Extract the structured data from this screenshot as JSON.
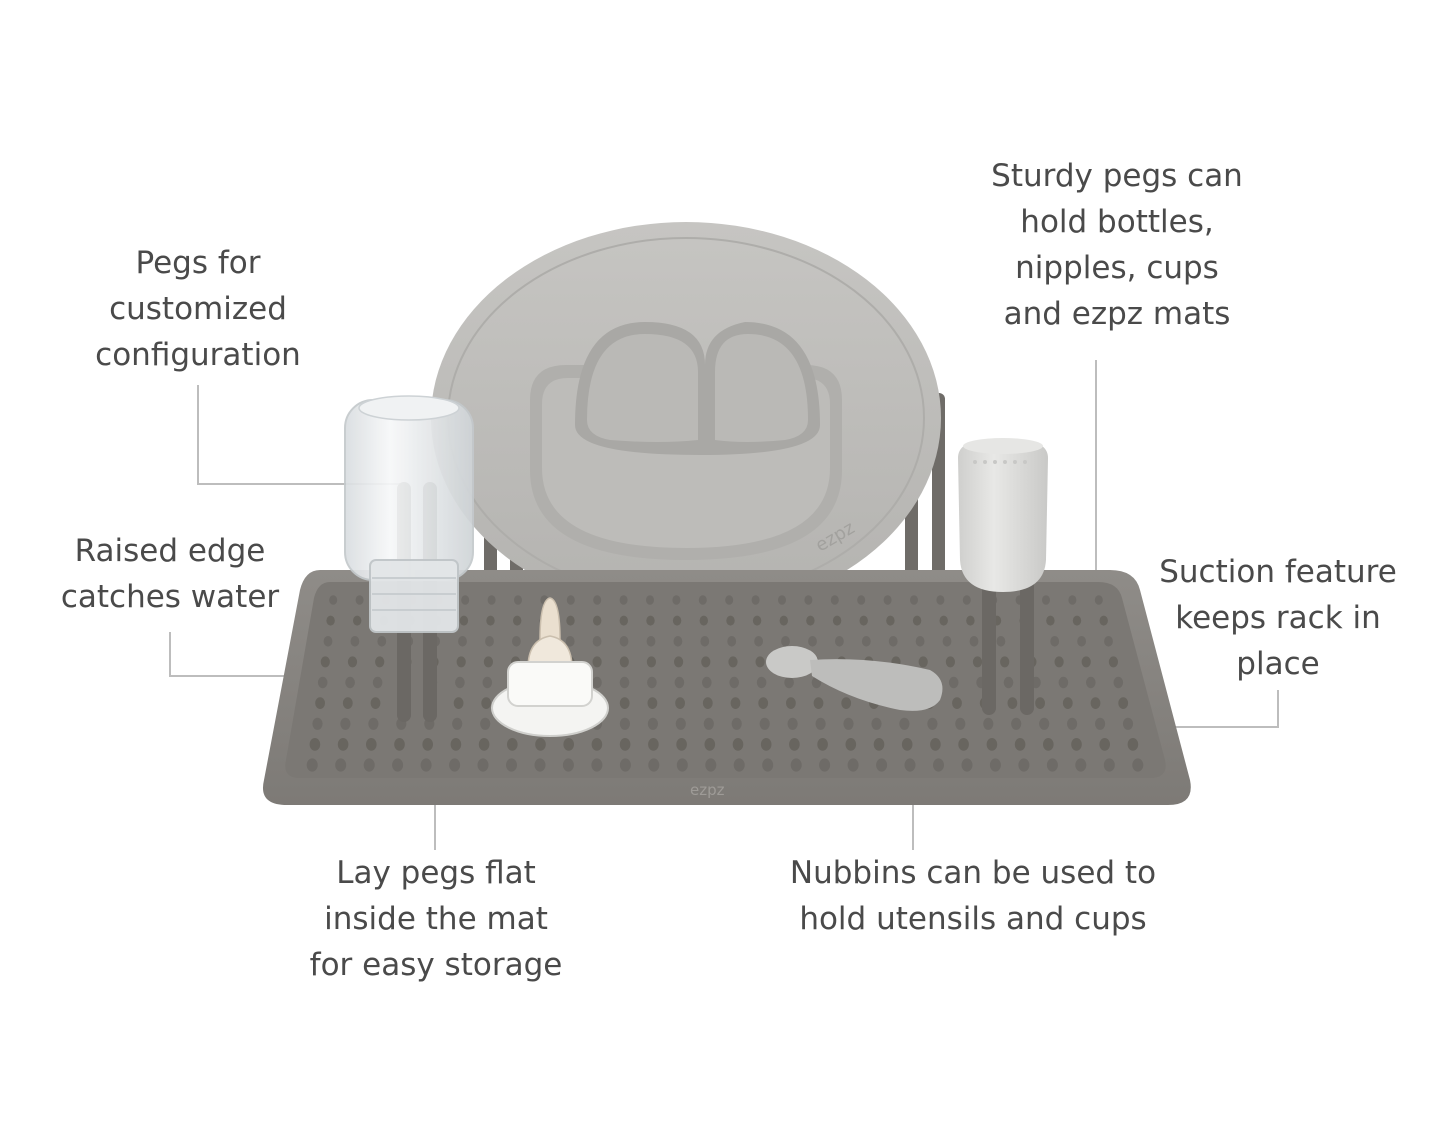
{
  "callouts": {
    "pegs_custom": [
      "Pegs for",
      "customized",
      "configuration"
    ],
    "raised_edge": [
      "Raised edge",
      "catches water"
    ],
    "sturdy_pegs": [
      "Sturdy pegs can",
      "hold bottles,",
      "nipples, cups",
      "and ezpz mats"
    ],
    "suction": [
      "Suction feature",
      "keeps rack in",
      "place"
    ],
    "lay_flat": [
      "Lay pegs flat",
      "inside the mat",
      "for easy storage"
    ],
    "nubbins": [
      "Nubbins can be used to",
      "hold utensils and cups"
    ]
  },
  "brand_marks": {
    "plate": "ezpz",
    "mat": "ezpz"
  },
  "colors": {
    "mat": "#8a8783",
    "mat_dark": "#6f6c68",
    "plate": "#bdbcb9",
    "plate_dark": "#a9a8a5",
    "peg": "#77736f",
    "glass": "#e9ecee",
    "cup": "#dddddb",
    "leader": "#bdbdbd",
    "text": "#4a4a4a"
  }
}
